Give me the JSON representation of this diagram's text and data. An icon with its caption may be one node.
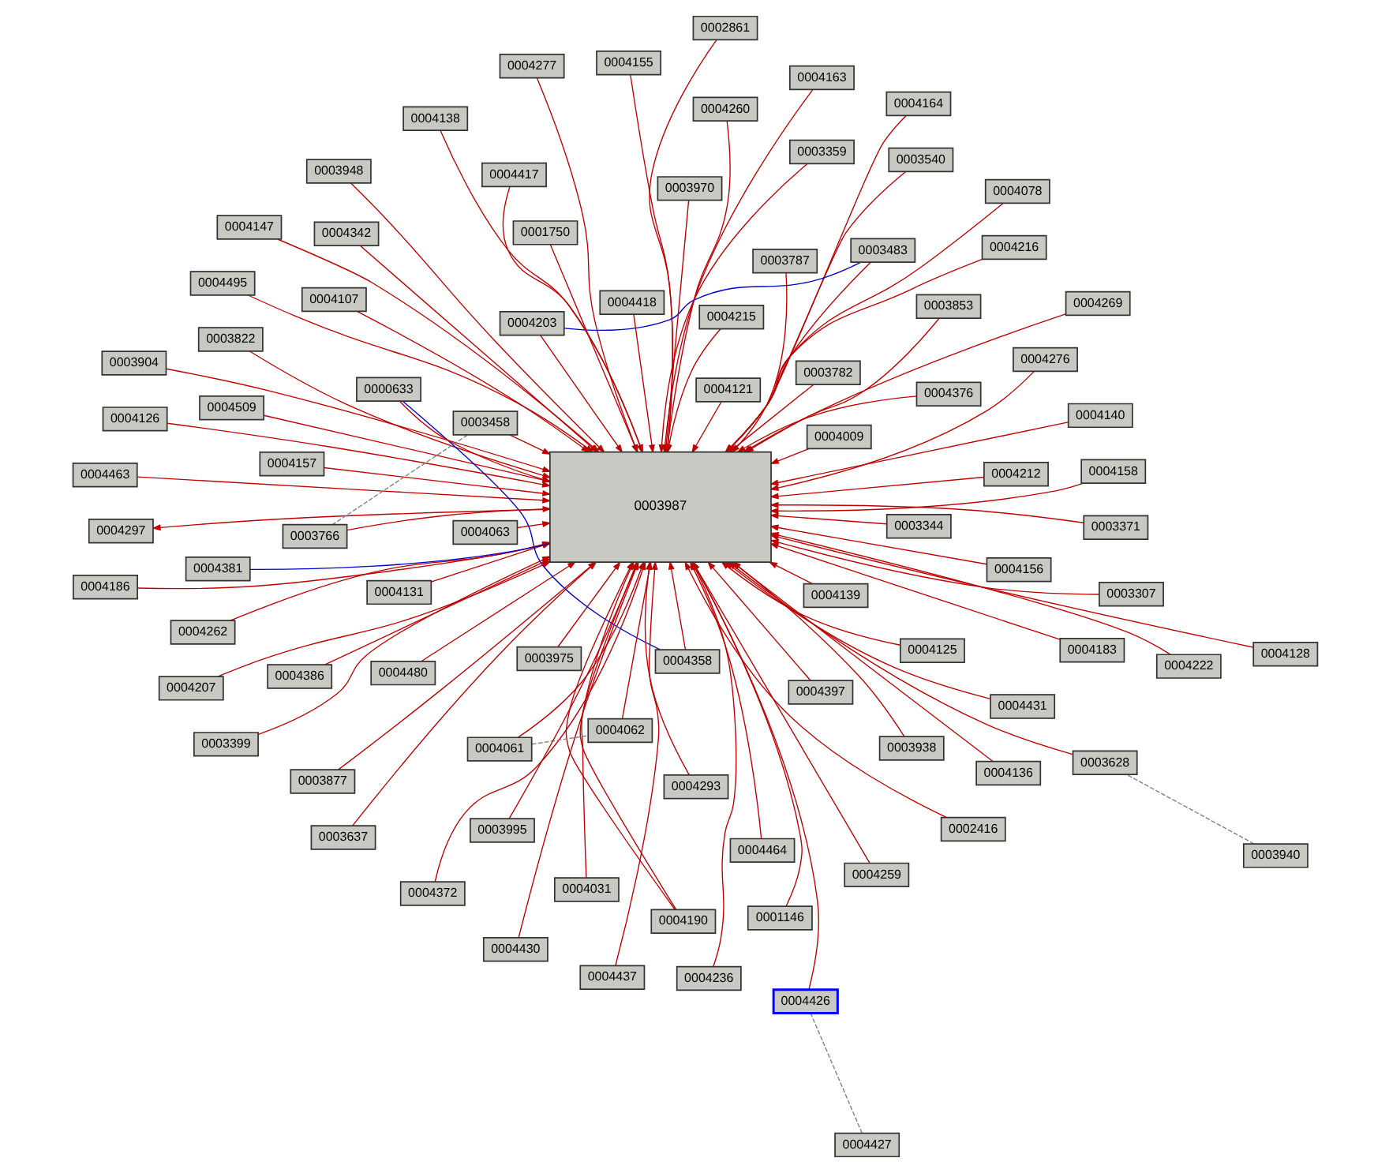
{
  "diagram": {
    "nodes": [
      {
        "text": [
          "0004186"
        ]
      },
      {
        "text": [
          "0004183"
        ]
      },
      {
        "text": [
          "0004236"
        ]
      },
      {
        "text": [
          "0003948"
        ]
      },
      {
        "text": [
          "0004125"
        ]
      },
      {
        "text": [
          "0004131"
        ]
      },
      {
        "text": [
          "0003637"
        ]
      },
      {
        "text": [
          "0004427"
        ]
      },
      {
        "text": [
          "0004190"
        ]
      },
      {
        "text": [
          "0002416"
        ]
      },
      {
        "text": [
          "0004464"
        ]
      },
      {
        "text": [
          "0004463"
        ]
      },
      {
        "text": [
          "0003940"
        ]
      },
      {
        "text": [
          "0004212"
        ]
      },
      {
        "text": [
          "0004260"
        ]
      },
      {
        "text": [
          "0003938"
        ]
      },
      {
        "text": [
          "0004136"
        ]
      },
      {
        "text": [
          "0004495"
        ]
      },
      {
        "text": [
          "0004426"
        ]
      },
      {
        "text": [
          "0004509"
        ]
      },
      {
        "text": [
          "0003975"
        ]
      },
      {
        "text": [
          "0004480"
        ]
      },
      {
        "text": [
          "0003787"
        ]
      },
      {
        "text": [
          "0004078"
        ]
      },
      {
        "text": [
          "0004277"
        ]
      },
      {
        "text": [
          "0004358"
        ]
      },
      {
        "text": [
          "0004216"
        ]
      },
      {
        "text": [
          "0004063"
        ]
      },
      {
        "text": [
          "0004031"
        ]
      },
      {
        "text": [
          "0004222"
        ]
      },
      {
        "text": [
          "0004215"
        ]
      },
      {
        "text": [
          "0004139"
        ]
      },
      {
        "text": [
          "0004372"
        ]
      },
      {
        "text": [
          "0003822"
        ]
      },
      {
        "text": [
          "0003853"
        ]
      },
      {
        "text": [
          "0004397"
        ]
      },
      {
        "text": [
          "0004121"
        ]
      },
      {
        "text": [
          "0004164"
        ]
      },
      {
        "text": [
          "0003628"
        ]
      },
      {
        "text": [
          "0004126"
        ]
      },
      {
        "text": [
          "0004138"
        ]
      },
      {
        "text": [
          "0000633"
        ]
      },
      {
        "text": [
          "0004157"
        ]
      },
      {
        "text": [
          "0004276"
        ]
      },
      {
        "text": [
          "0003987"
        ]
      },
      {
        "text": [
          "0004262"
        ]
      },
      {
        "text": [
          "0004128"
        ]
      },
      {
        "text": [
          "0004431"
        ]
      },
      {
        "text": [
          "0004158"
        ]
      },
      {
        "text": [
          "0003307"
        ]
      },
      {
        "text": [
          "0004297"
        ]
      },
      {
        "text": [
          "0004140"
        ]
      },
      {
        "text": [
          "0004163"
        ]
      },
      {
        "text": [
          "0002861"
        ]
      },
      {
        "text": [
          "0003540"
        ]
      },
      {
        "text": [
          "0001146"
        ]
      },
      {
        "text": [
          "0003877"
        ]
      },
      {
        "text": [
          "0004147"
        ]
      },
      {
        "text": [
          "0004376"
        ]
      },
      {
        "text": [
          "0003904"
        ]
      },
      {
        "text": [
          "0004107"
        ]
      },
      {
        "text": [
          "0004155"
        ]
      },
      {
        "text": [
          "0004061"
        ]
      },
      {
        "text": [
          "0003483"
        ]
      },
      {
        "text": [
          "0004156"
        ]
      },
      {
        "text": [
          "0004386"
        ]
      },
      {
        "text": [
          "0004009"
        ]
      },
      {
        "text": [
          "0004269"
        ]
      },
      {
        "text": [
          "0004259"
        ]
      },
      {
        "text": [
          "0004381"
        ]
      },
      {
        "text": [
          "0004437"
        ]
      },
      {
        "text": [
          "0003359"
        ]
      },
      {
        "text": [
          "0004418"
        ]
      },
      {
        "text": [
          "0003766"
        ]
      },
      {
        "text": [
          "0003995"
        ]
      },
      {
        "text": [
          "0004062"
        ]
      },
      {
        "text": [
          "0003782"
        ]
      },
      {
        "text": [
          "0004430"
        ]
      },
      {
        "text": [
          "0004207"
        ]
      },
      {
        "text": [
          "0003371"
        ]
      },
      {
        "text": [
          "0004203"
        ]
      },
      {
        "text": [
          "0003399"
        ]
      },
      {
        "text": [
          "0003344"
        ]
      },
      {
        "text": [
          "0004293"
        ]
      },
      {
        "text": [
          "0003970"
        ]
      },
      {
        "text": [
          "0004417"
        ]
      },
      {
        "text": [
          "0003458"
        ]
      },
      {
        "text": [
          "0004342"
        ]
      },
      {
        "text": [
          "0001750"
        ]
      }
    ],
    "edges": [
      {
        "from": 0,
        "to": 44,
        "arrow": "to"
      },
      {
        "from": 1,
        "to": 44,
        "arrow": "to"
      },
      {
        "from": 2,
        "to": 44,
        "arrow": "to"
      },
      {
        "from": 3,
        "to": 44,
        "arrow": "to"
      },
      {
        "from": 4,
        "to": 44,
        "arrow": "to"
      },
      {
        "from": 5,
        "to": 44,
        "arrow": "to"
      },
      {
        "from": 6,
        "to": 44,
        "arrow": "to"
      },
      {
        "from": 8,
        "to": 44,
        "arrow": "to"
      },
      {
        "from": 8,
        "to": 44,
        "arrow": "to"
      },
      {
        "from": 9,
        "to": 44,
        "arrow": "to"
      },
      {
        "from": 10,
        "to": 44,
        "arrow": "to"
      },
      {
        "from": 11,
        "to": 44,
        "arrow": "to"
      },
      {
        "from": 13,
        "to": 44,
        "arrow": "to"
      },
      {
        "from": 14,
        "to": 44,
        "arrow": "to"
      },
      {
        "from": 15,
        "to": 44,
        "arrow": "to"
      },
      {
        "from": 16,
        "to": 44,
        "arrow": "to"
      },
      {
        "from": 17,
        "to": 44,
        "arrow": "to"
      },
      {
        "from": 18,
        "to": 44,
        "arrow": "to"
      },
      {
        "from": 19,
        "to": 44,
        "arrow": "to"
      },
      {
        "from": 20,
        "to": 44,
        "arrow": "to"
      },
      {
        "from": 21,
        "to": 44,
        "arrow": "to"
      },
      {
        "from": 22,
        "to": 44,
        "arrow": "to"
      },
      {
        "from": 23,
        "to": 44,
        "arrow": "to"
      },
      {
        "from": 24,
        "to": 44,
        "arrow": "to"
      },
      {
        "from": 25,
        "to": 44,
        "arrow": "to"
      },
      {
        "from": 26,
        "to": 44,
        "arrow": "to"
      },
      {
        "from": 27,
        "to": 44,
        "arrow": "to"
      },
      {
        "from": 28,
        "to": 44,
        "arrow": "to"
      },
      {
        "from": 29,
        "to": 44,
        "arrow": "to"
      },
      {
        "from": 30,
        "to": 44,
        "arrow": "to"
      },
      {
        "from": 31,
        "to": 44,
        "arrow": "to"
      },
      {
        "from": 32,
        "to": 44,
        "arrow": "to"
      },
      {
        "from": 33,
        "to": 44,
        "arrow": "to"
      },
      {
        "from": 34,
        "to": 44,
        "arrow": "to"
      },
      {
        "from": 35,
        "to": 44,
        "arrow": "to"
      },
      {
        "from": 36,
        "to": 44,
        "arrow": "to"
      },
      {
        "from": 37,
        "to": 44,
        "arrow": "to"
      },
      {
        "from": 38,
        "to": 44,
        "arrow": "to"
      },
      {
        "from": 39,
        "to": 44,
        "arrow": "to"
      },
      {
        "from": 40,
        "to": 44,
        "arrow": "to"
      },
      {
        "from": 41,
        "to": 44,
        "arrow": "to"
      },
      {
        "from": 42,
        "to": 44,
        "arrow": "to"
      },
      {
        "from": 43,
        "to": 44,
        "arrow": "to"
      },
      {
        "from": 45,
        "to": 44,
        "arrow": "to"
      },
      {
        "from": 46,
        "to": 44,
        "arrow": "to"
      },
      {
        "from": 47,
        "to": 44,
        "arrow": "to"
      },
      {
        "from": 48,
        "to": 44,
        "arrow": "to"
      },
      {
        "from": 49,
        "to": 44,
        "arrow": "to"
      },
      {
        "from": 44,
        "to": 50,
        "arrow": "to"
      },
      {
        "from": 51,
        "to": 44,
        "arrow": "to"
      },
      {
        "from": 52,
        "to": 44,
        "arrow": "to"
      },
      {
        "from": 53,
        "to": 44,
        "arrow": "to"
      },
      {
        "from": 54,
        "to": 44,
        "arrow": "to"
      },
      {
        "from": 55,
        "to": 44,
        "arrow": "to"
      },
      {
        "from": 56,
        "to": 44,
        "arrow": "to"
      },
      {
        "from": 57,
        "to": 44,
        "arrow": "to"
      },
      {
        "from": 58,
        "to": 44,
        "arrow": "to"
      },
      {
        "from": 59,
        "to": 44,
        "arrow": "to"
      },
      {
        "from": 60,
        "to": 44,
        "arrow": "to"
      },
      {
        "from": 61,
        "to": 44,
        "arrow": "to"
      },
      {
        "from": 62,
        "to": 44,
        "arrow": "to"
      },
      {
        "from": 63,
        "to": 44,
        "arrow": "to"
      },
      {
        "from": 64,
        "to": 44,
        "arrow": "to"
      },
      {
        "from": 65,
        "to": 44,
        "arrow": "to"
      },
      {
        "from": 66,
        "to": 44,
        "arrow": "to"
      },
      {
        "from": 67,
        "to": 44,
        "arrow": "to"
      },
      {
        "from": 68,
        "to": 44,
        "arrow": "to"
      },
      {
        "from": 70,
        "to": 44,
        "arrow": "to"
      },
      {
        "from": 71,
        "to": 44,
        "arrow": "to"
      },
      {
        "from": 72,
        "to": 44,
        "arrow": "to"
      },
      {
        "from": 73,
        "to": 44,
        "arrow": "to"
      },
      {
        "from": 74,
        "to": 44,
        "arrow": "to"
      },
      {
        "from": 75,
        "to": 44,
        "arrow": "to"
      },
      {
        "from": 76,
        "to": 44,
        "arrow": "to"
      },
      {
        "from": 77,
        "to": 44,
        "arrow": "to"
      },
      {
        "from": 78,
        "to": 44,
        "arrow": "to"
      },
      {
        "from": 79,
        "to": 44,
        "arrow": "to"
      },
      {
        "from": 80,
        "to": 44,
        "arrow": "to"
      },
      {
        "from": 81,
        "to": 44,
        "arrow": "to"
      },
      {
        "from": 82,
        "to": 44,
        "arrow": "to"
      },
      {
        "from": 83,
        "to": 44,
        "arrow": "to"
      },
      {
        "from": 84,
        "to": 44,
        "arrow": "to"
      },
      {
        "from": 85,
        "to": 44,
        "arrow": "to"
      },
      {
        "from": 86,
        "to": 44,
        "arrow": "to"
      },
      {
        "from": 87,
        "to": 44,
        "arrow": "to"
      },
      {
        "from": 88,
        "to": 44,
        "arrow": "to"
      },
      {
        "from": 41,
        "to": 25,
        "arrow": "none",
        "color": "#0000cc"
      },
      {
        "from": 63,
        "to": 80,
        "arrow": "none",
        "color": "#0000cc"
      },
      {
        "from": 69,
        "to": 44,
        "arrow": "none",
        "color": "#0000cc"
      },
      {
        "from": 7,
        "to": 18,
        "arrow": "none",
        "style": "dashed",
        "color": "#808080"
      },
      {
        "from": 12,
        "to": 38,
        "arrow": "none",
        "style": "dashed",
        "color": "#808080"
      },
      {
        "from": 62,
        "to": 75,
        "arrow": "none",
        "style": "dashed",
        "color": "#808080"
      },
      {
        "from": 86,
        "to": 73,
        "arrow": "none",
        "style": "dashed",
        "color": "#808080"
      }
    ]
  }
}
